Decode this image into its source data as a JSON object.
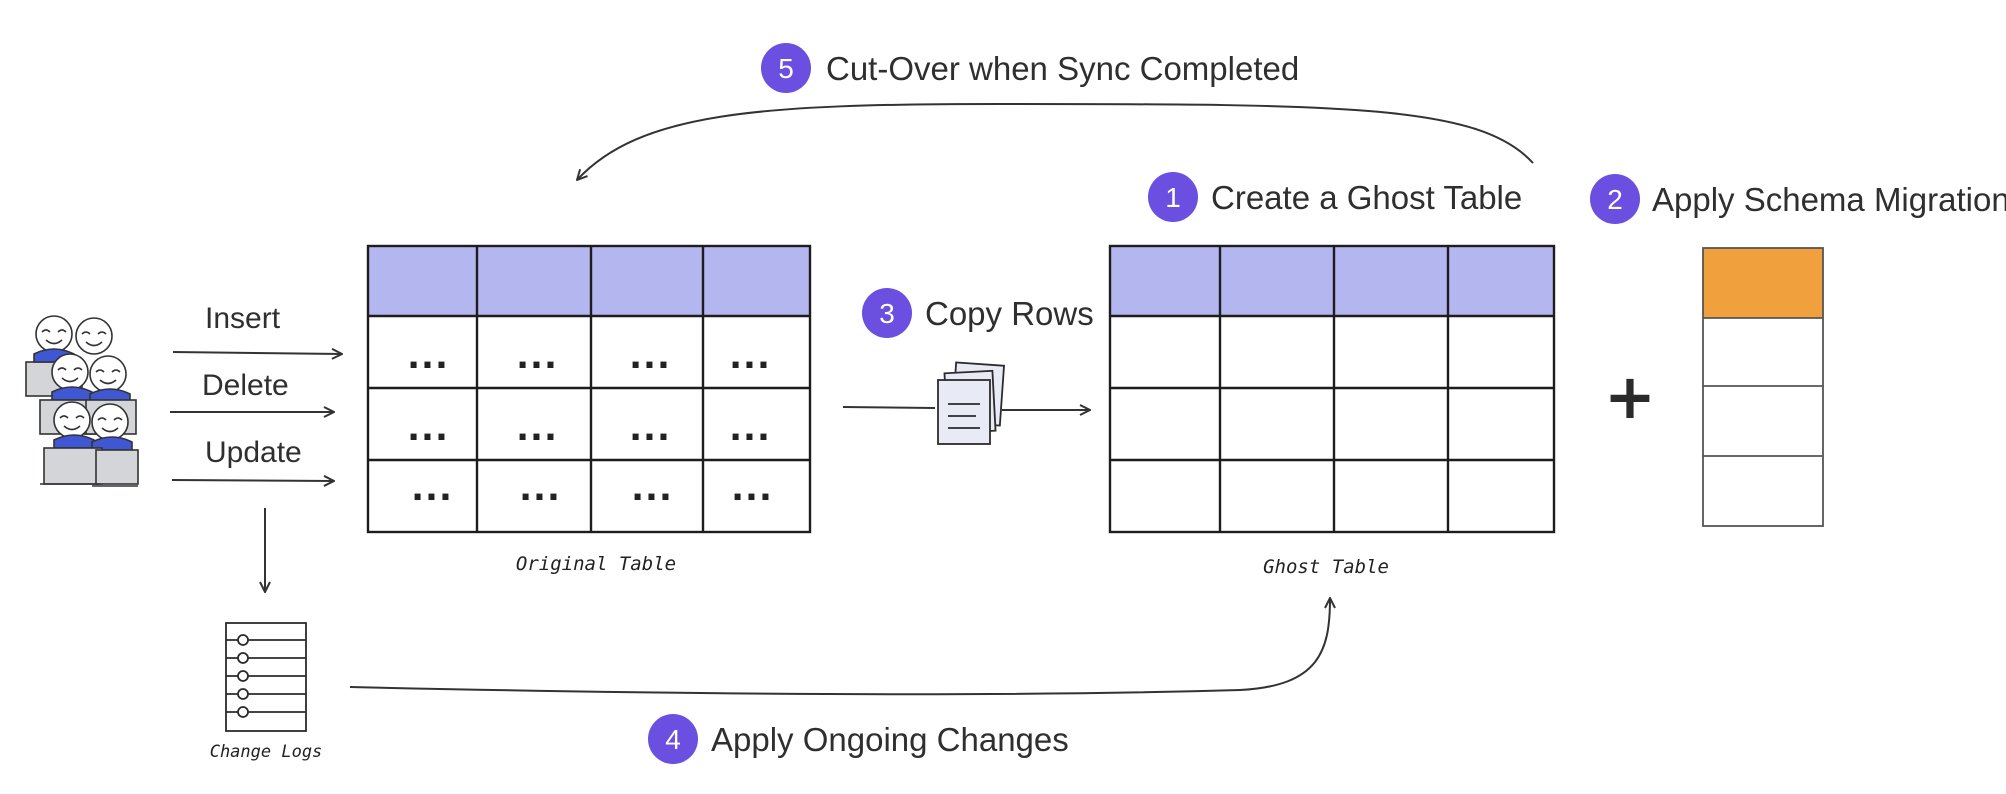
{
  "steps": {
    "s1": {
      "num": "1",
      "label": "Create a Ghost Table"
    },
    "s2": {
      "num": "2",
      "label": "Apply Schema Migration"
    },
    "s3": {
      "num": "3",
      "label": "Copy Rows"
    },
    "s4": {
      "num": "4",
      "label": "Apply Ongoing Changes"
    },
    "s5": {
      "num": "5",
      "label": "Cut-Over when Sync Completed"
    }
  },
  "operations": {
    "insert": "Insert",
    "delete": "Delete",
    "update": "Update"
  },
  "captions": {
    "original_table": "Original Table",
    "ghost_table": "Ghost Table",
    "change_logs": "Change Logs"
  },
  "cell_placeholder": "...",
  "plus_sign": "+",
  "colors": {
    "badge": "#6a4fe0",
    "table_header": "#b4b6f0",
    "migration_header": "#f0a03c"
  },
  "icons": [
    "users-icon",
    "documents-icon",
    "change-log-icon",
    "plus-icon"
  ]
}
